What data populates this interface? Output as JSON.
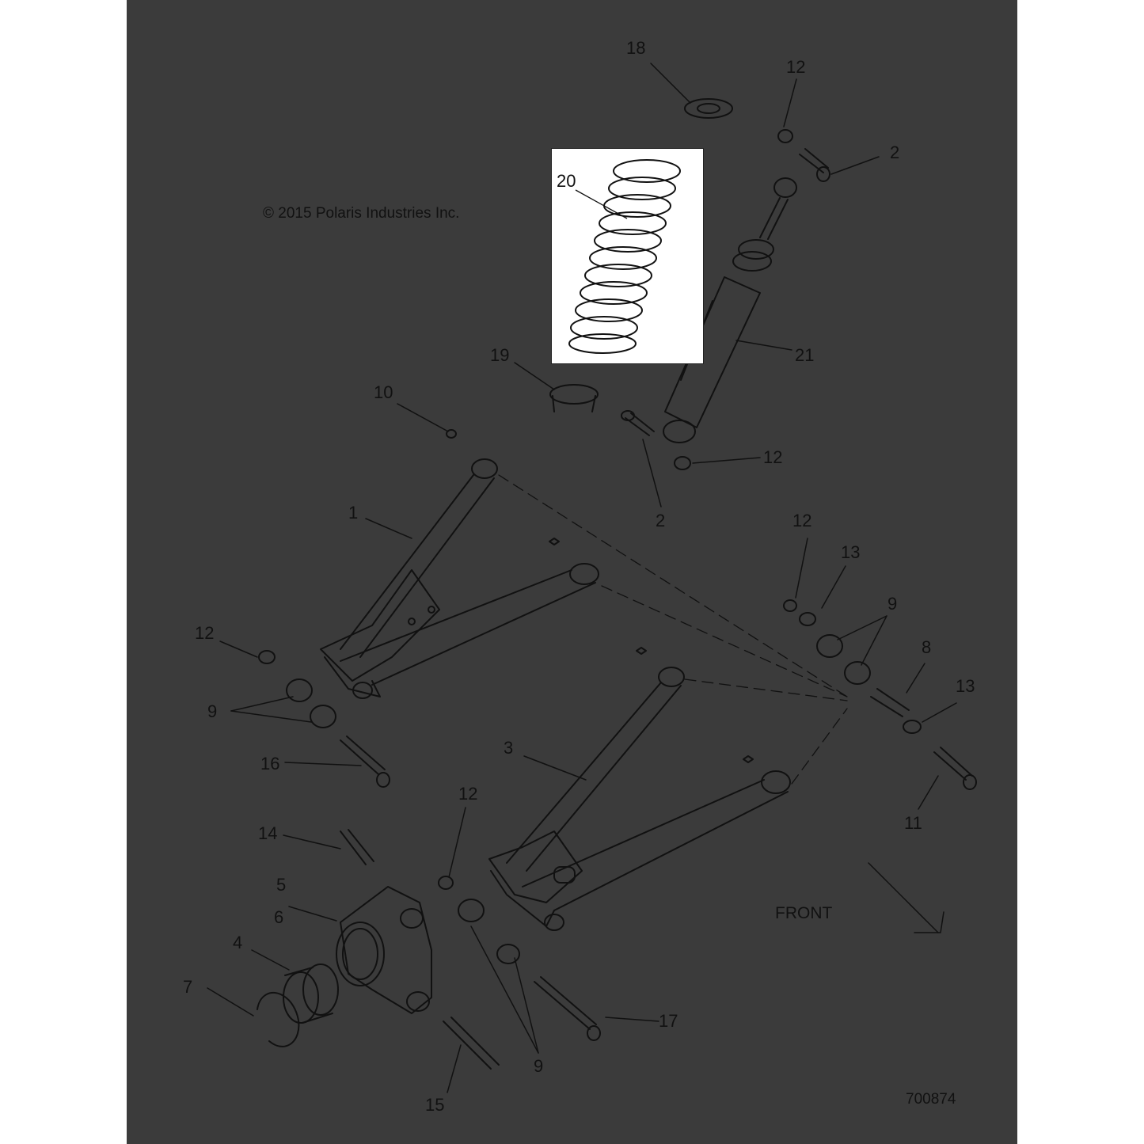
{
  "copyright": "© 2015 Polaris Industries Inc.",
  "drawing_number": "700874",
  "front_label": "FRONT",
  "callouts": {
    "c1": "1",
    "c2a": "2",
    "c2b": "2",
    "c3": "3",
    "c4": "4",
    "c5": "5",
    "c6": "6",
    "c7": "7",
    "c8": "8",
    "c9a": "9",
    "c9b": "9",
    "c9c": "9",
    "c10": "10",
    "c11": "11",
    "c12a": "12",
    "c12b": "12",
    "c12c": "12",
    "c12d": "12",
    "c12e": "12",
    "c13a": "13",
    "c13b": "13",
    "c14": "14",
    "c15": "15",
    "c16": "16",
    "c17": "17",
    "c18": "18",
    "c19": "19",
    "c20": "20",
    "c21": "21"
  },
  "colors": {
    "background": "#3b3b3b",
    "linework": "#111111",
    "inset": "#ffffff"
  }
}
